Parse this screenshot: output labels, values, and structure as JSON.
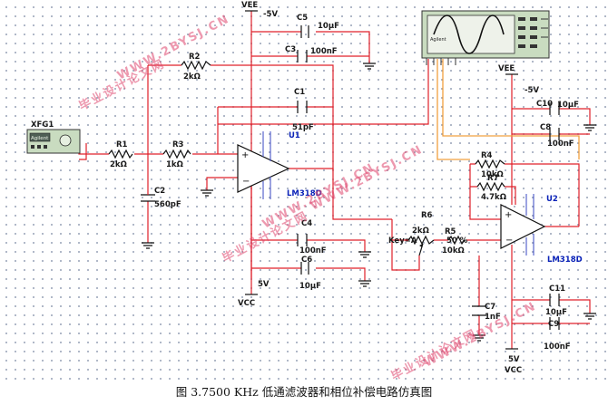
{
  "caption": "图 3.7500 KHz 低通滤波器和相位补偿电路仿真图",
  "instruments": {
    "xfg1": {
      "name": "XFG1",
      "brand": "Agilent"
    },
    "scope": {
      "brand": "Agilent"
    }
  },
  "labels": {
    "vee_top": "VEE",
    "vee_top_val": "-5V",
    "vee_right": "VEE",
    "vee_right_val": "-5V",
    "vcc_left": "VCC",
    "vcc_left_val": "5V",
    "vcc_right": "VCC",
    "vcc_right_val": "5V"
  },
  "components": {
    "c5": {
      "name": "C5",
      "value": "10µF"
    },
    "c3": {
      "name": "C3",
      "value": "100nF"
    },
    "r2": {
      "name": "R2",
      "value": "2kΩ"
    },
    "c1": {
      "name": "C1",
      "value": "51pF"
    },
    "r1": {
      "name": "R1",
      "value": "2kΩ"
    },
    "r3": {
      "name": "R3",
      "value": "1kΩ"
    },
    "c2": {
      "name": "C2",
      "value": "560pF"
    },
    "u1": {
      "name": "U1",
      "model": "LM318D"
    },
    "c4": {
      "name": "C4",
      "value": "100nF"
    },
    "c6": {
      "name": "C6",
      "value": "10µF"
    },
    "c10": {
      "name": "C10",
      "value": "10µF"
    },
    "c8": {
      "name": "C8",
      "value": "100nF"
    },
    "r4": {
      "name": "R4",
      "value": "10kΩ"
    },
    "r7": {
      "name": "R7",
      "value": "4.7kΩ"
    },
    "r6": {
      "name": "R6",
      "value": "2kΩ",
      "key": "Key=A",
      "percent": "50 %"
    },
    "r5": {
      "name": "R5",
      "value": "10kΩ"
    },
    "u2": {
      "name": "U2",
      "model": "LM318D"
    },
    "c7": {
      "name": "C7",
      "value": "1nF"
    },
    "c11": {
      "name": "C11",
      "value": "10µF"
    },
    "c9": {
      "name": "C9",
      "value": "100nF"
    }
  },
  "watermarks": {
    "text_a": "毕业设计论文网",
    "text_b": "WWW.2BYSJ.CN"
  },
  "colors": {
    "wire_red": "#e0202a",
    "wire_black": "#222222",
    "wire_orange": "#f0a040",
    "part_blue": "#0b23b8",
    "instrument_green": "#c9dcc0"
  }
}
